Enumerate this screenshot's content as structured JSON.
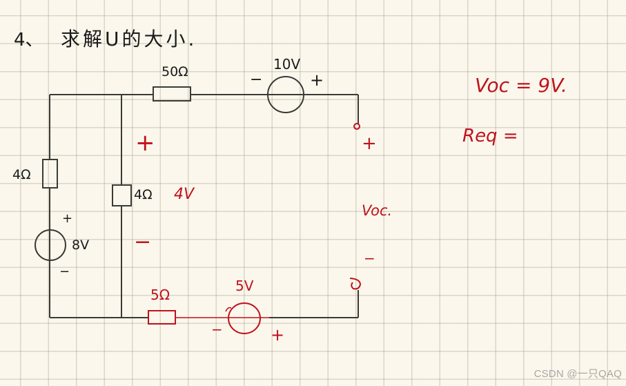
{
  "problem": {
    "number": "4、",
    "title": "求解U的大小."
  },
  "circuit": {
    "wire_color": "#3a3a36",
    "annotation_color": "#c0121c",
    "top_resistor": {
      "label": "50Ω"
    },
    "top_source": {
      "label": "10V",
      "minus": "−",
      "plus": "+"
    },
    "left_resistor": {
      "label": "4Ω"
    },
    "left_source": {
      "label": "8V",
      "plus": "+",
      "minus": "−"
    },
    "middle_resistor": {
      "label": "4Ω",
      "voltage": "4V",
      "plus": "+",
      "minus": "−"
    },
    "bottom_resistor": {
      "label": "5Ω"
    },
    "bottom_source": {
      "label": "5V",
      "minus": "−",
      "plus": "+"
    },
    "terminals": {
      "plus": "+",
      "minus": "−",
      "label": "Voc."
    }
  },
  "results": {
    "voc": "Voc = 9V.",
    "req": "Req ="
  },
  "watermark": "CSDN @一只QAQ"
}
